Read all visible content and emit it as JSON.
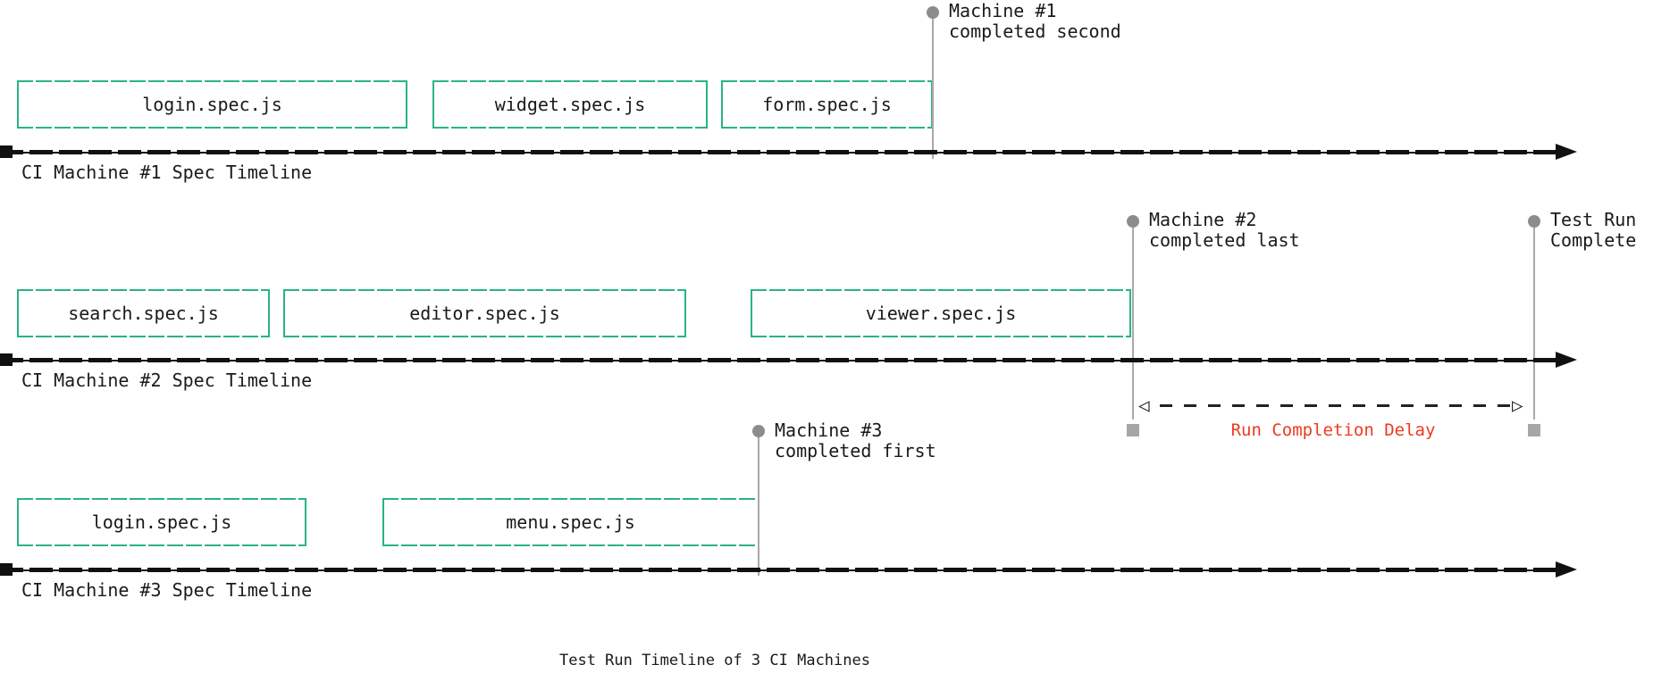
{
  "caption": "Test Run Timeline of 3 CI Machines",
  "colors": {
    "spec_box_border": "#2ab383",
    "completion_marker_gray": "#8c8c8c",
    "delay_text_red": "#ec3b22",
    "axis_black": "#111111"
  },
  "machines": [
    {
      "axis_label": "CI Machine #1 Spec Timeline",
      "specs": [
        {
          "label": "login.spec.js"
        },
        {
          "label": "widget.spec.js"
        },
        {
          "label": "form.spec.js"
        }
      ],
      "marker": {
        "line1": "Machine #1",
        "line2": "completed second"
      }
    },
    {
      "axis_label": "CI Machine #2 Spec Timeline",
      "specs": [
        {
          "label": "search.spec.js"
        },
        {
          "label": "editor.spec.js"
        },
        {
          "label": "viewer.spec.js"
        }
      ],
      "marker": {
        "line1": "Machine #2",
        "line2": "completed last"
      },
      "extra_marker": {
        "line1": "Test Run",
        "line2": "Complete"
      }
    },
    {
      "axis_label": "CI Machine #3 Spec Timeline",
      "specs": [
        {
          "label": "login.spec.js"
        },
        {
          "label": "menu.spec.js"
        }
      ],
      "marker": {
        "line1": "Machine #3",
        "line2": "completed first"
      }
    }
  ],
  "delay": {
    "label": "Run Completion Delay",
    "left_glyph": "◁",
    "right_glyph": "▷"
  }
}
